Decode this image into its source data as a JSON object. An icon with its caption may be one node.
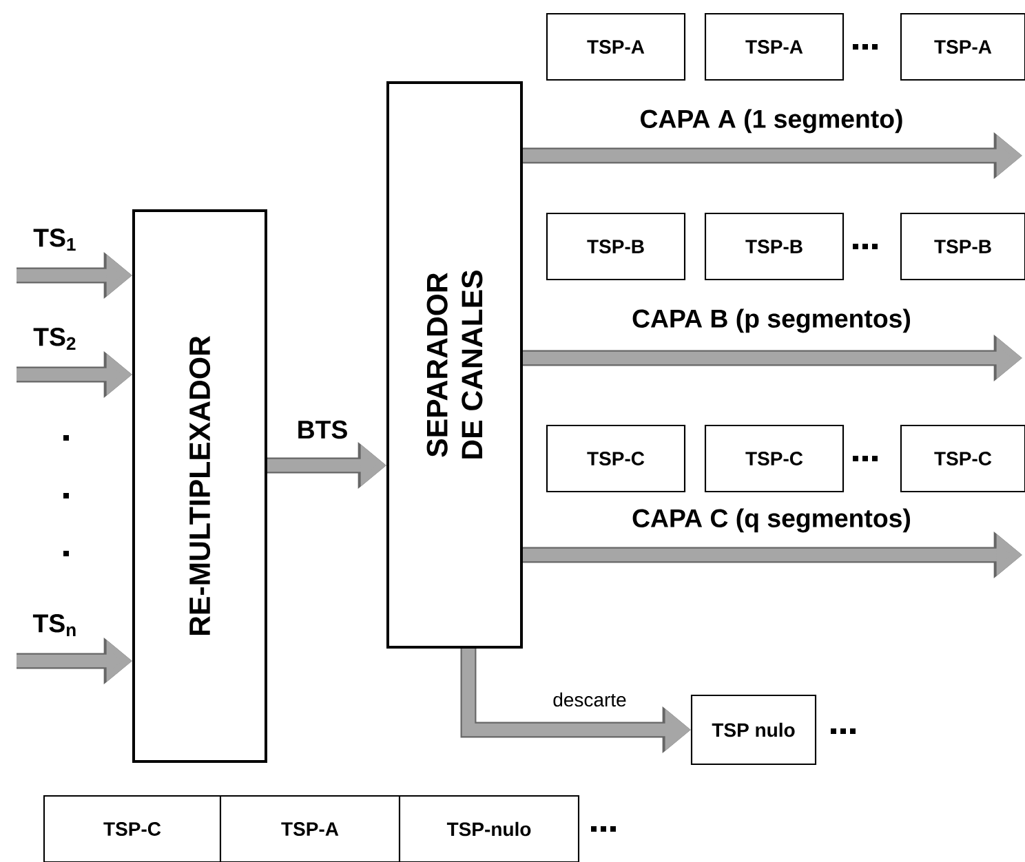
{
  "diagram": {
    "nodes": [
      {
        "text": [
          "RE-MULTIPLEXADOR"
        ]
      },
      {
        "text": [
          "SEPARADOR DE CANALES"
        ]
      },
      {
        "text": [
          "TSP-A"
        ]
      },
      {
        "text": [
          "TSP-A"
        ]
      },
      {
        "text": [
          "TSP-A"
        ]
      },
      {
        "text": [
          "TSP-B"
        ]
      },
      {
        "text": [
          "TSP-B"
        ]
      },
      {
        "text": [
          "TSP-B"
        ]
      },
      {
        "text": [
          "TSP-C"
        ]
      },
      {
        "text": [
          "TSP-C"
        ]
      },
      {
        "text": [
          "TSP-C"
        ]
      },
      {
        "text": [
          "TSP nulo"
        ]
      },
      {
        "text": [
          "TSP-C"
        ]
      },
      {
        "text": [
          "TSP-A"
        ]
      },
      {
        "text": [
          "TSP-nulo"
        ]
      }
    ],
    "edges": [
      {
        "from": null,
        "to": 0,
        "arrow": "to",
        "label": "TS$_{1}$"
      },
      {
        "from": null,
        "to": 0,
        "arrow": "to",
        "label": "TS$_{2}$"
      },
      {
        "from": null,
        "to": 0,
        "arrow": "to",
        "label": "TS$_{n}$"
      },
      {
        "from": 0,
        "to": 1,
        "arrow": "to",
        "label": "BTS"
      },
      {
        "from": 1,
        "to": null,
        "arrow": "to",
        "label": "CAPA A (1 segmento)"
      },
      {
        "from": 1,
        "to": null,
        "arrow": "to",
        "label": "CAPA B (p segmentos)"
      },
      {
        "from": 1,
        "to": null,
        "arrow": "to",
        "label": "CAPA C (q segmentos)"
      },
      {
        "from": 1,
        "to": 11,
        "arrow": "to",
        "label": "descarte"
      }
    ]
  }
}
